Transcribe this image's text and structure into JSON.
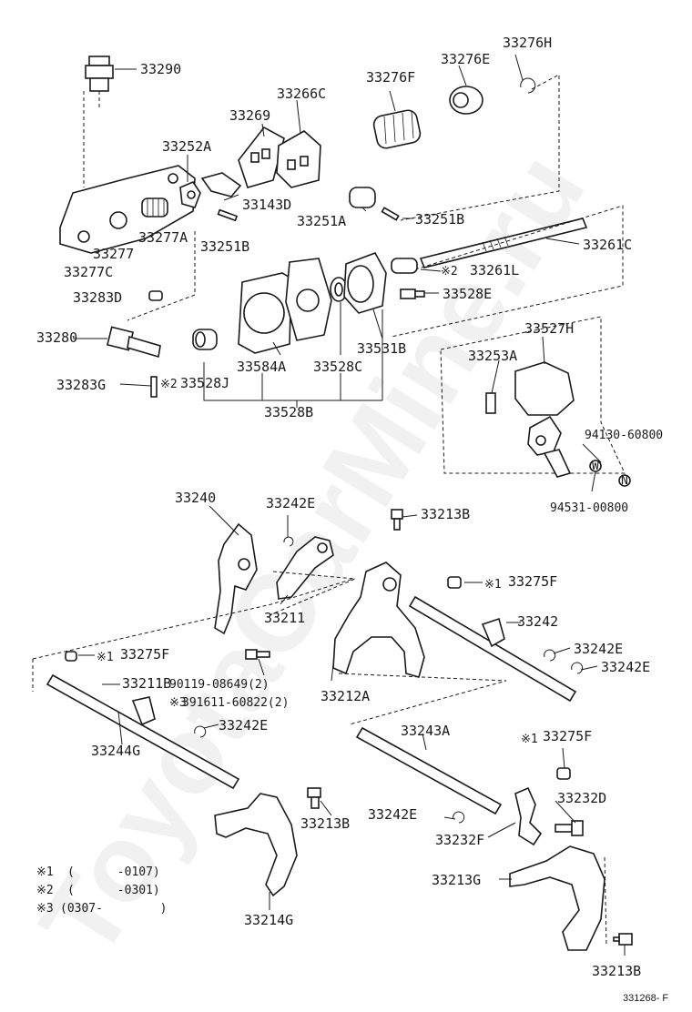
{
  "diagram": {
    "watermark": "ToyotaCarMine.ru",
    "figure_id": "331268- F",
    "parts": [
      "33290",
      "33276H",
      "33276E",
      "33276F",
      "33266C",
      "33269",
      "33252A",
      "33143D",
      "33251A",
      "33251B",
      "33251B",
      "33277A",
      "33277",
      "33277C",
      "33261C",
      "33261L",
      "33283D",
      "33528E",
      "33280",
      "33531B",
      "33584A",
      "33528C",
      "33528J",
      "33283G",
      "33528B",
      "33527H",
      "33253A",
      "94130-60800",
      "94531-00800",
      "33240",
      "33242E",
      "33213B",
      "33275F",
      "33211",
      "33242",
      "33242E",
      "33242E",
      "33275F",
      "33211B",
      "90119-08649(2)",
      "391611-60822(2)",
      "33212A",
      "33242E",
      "33244G",
      "33243A",
      "33275F",
      "33232D",
      "33213B",
      "33242E",
      "33232F",
      "33213G",
      "33214G",
      "33213B"
    ],
    "notes": [
      {
        "mark": "※1",
        "text": "(      -0107)"
      },
      {
        "mark": "※2",
        "text": "(      -0301)"
      },
      {
        "mark": "※3",
        "text": "(0307-        )"
      }
    ],
    "marks": {
      "m1": "※1",
      "m2": "※2",
      "m3": "※3"
    },
    "circle_n": "N",
    "circle_w": "W"
  }
}
